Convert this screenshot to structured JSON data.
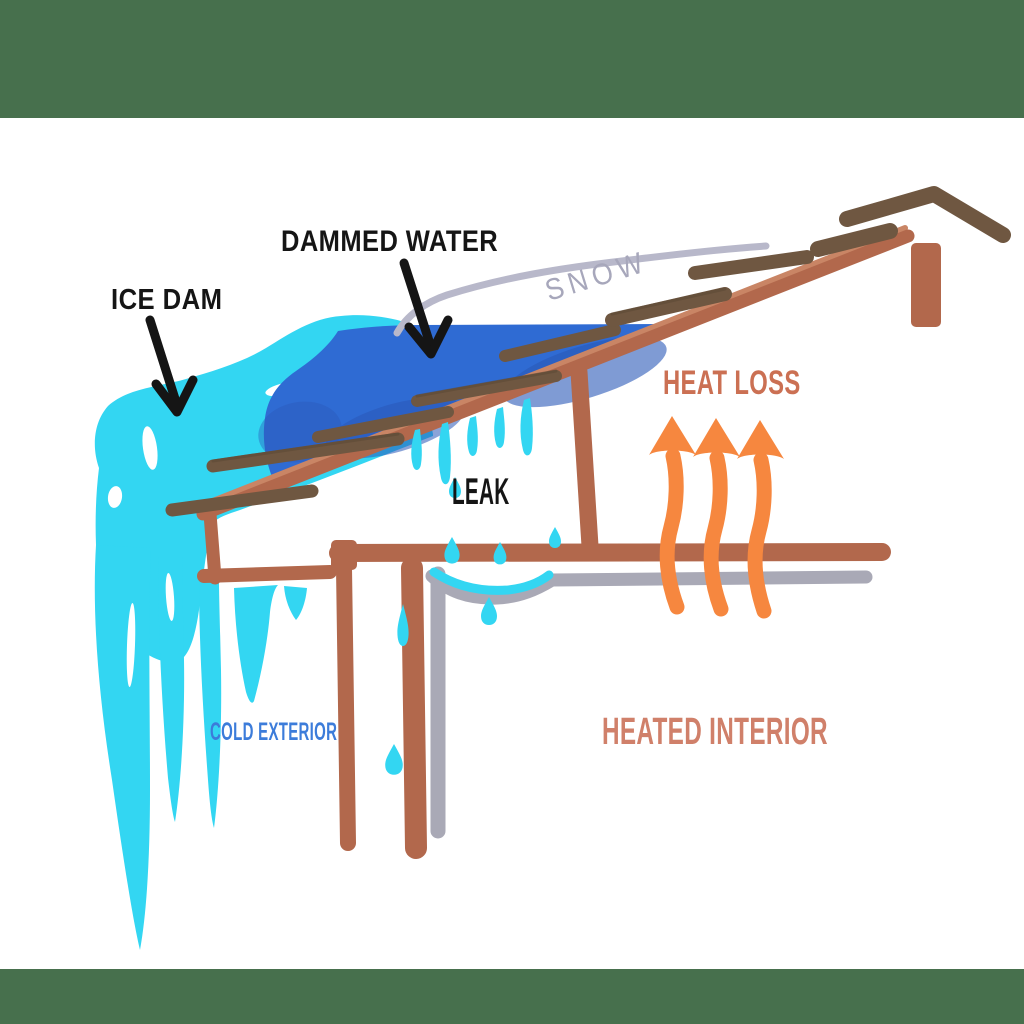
{
  "title": "Ice dam cross-section diagram",
  "labels": {
    "ice_dam": "ICE DAM",
    "dammed_water": "DAMMED WATER",
    "snow": "SNOW",
    "leak": "LEAK",
    "heat_loss": "HEAT LOSS",
    "cold_exterior": "COLD EXTERIOR",
    "heated_interior": "HEATED INTERIOR"
  },
  "colors": {
    "frame_green": "#47704D",
    "paper_white": "#FFFFFF",
    "ice_cyan": "#33D6F2",
    "water_blue": "#2F6BD3",
    "water_blue_dark": "#2A58B8",
    "snow_gray": "#B8B8CA",
    "snow_text": "#A7A7BB",
    "terracotta": "#B2684C",
    "terracotta_light": "#C98565",
    "shingle_brown": "#6F5741",
    "shingle_brown_dark": "#5E4A36",
    "interior_gray": "#A9A9B6",
    "heat_orange": "#F6873F",
    "label_black": "#151515",
    "heat_loss_text": "#CB7053",
    "heated_interior_text": "#D0806A",
    "cold_exterior_text": "#3C7CDA"
  }
}
